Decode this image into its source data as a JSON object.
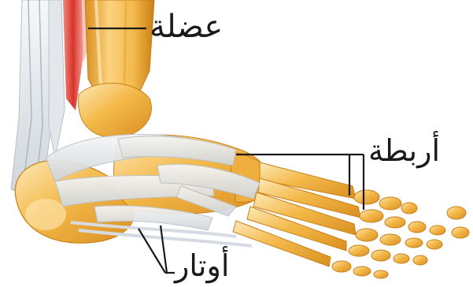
{
  "labels": {
    "muscle": "عضلة",
    "ligaments": "أربطة",
    "tendons": "أوتار"
  },
  "colors": {
    "background": "#ffffff",
    "bone": "#f4b94a",
    "bone_shadow": "#d98f1f",
    "bone_highlight": "#fde9b8",
    "ligament": "#e9ecef",
    "ligament_edge": "#b9c0c8",
    "muscle": "#d8342a",
    "leader_line": "#1a1a1a"
  }
}
